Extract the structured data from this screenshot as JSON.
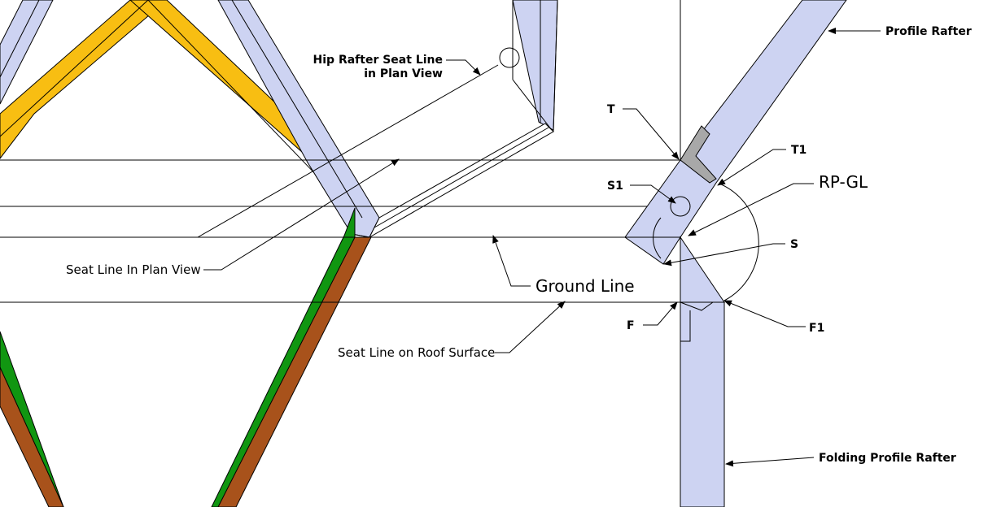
{
  "labels": {
    "hip_seat_line_1": "Hip Rafter Seat Line",
    "hip_seat_line_2": "in Plan View",
    "profile_rafter": "Profile Rafter",
    "t": "T",
    "t1": "T1",
    "s1": "S1",
    "rp_gl": "RP-GL",
    "s": "S",
    "seat_line_plan": "Seat Line In Plan View",
    "ground_line": "Ground Line",
    "f": "F",
    "f1": "F1",
    "seat_line_roof": "Seat Line on Roof Surface",
    "folding_profile_rafter": "Folding Profile Rafter"
  },
  "colors": {
    "rafter_fill": "#cdd3f2",
    "yellow_rafter": "#f8be12",
    "green_rafter": "#119611",
    "brown_rafter": "#a8521b",
    "grey_notch": "#a8a8a8",
    "line": "#000000"
  }
}
